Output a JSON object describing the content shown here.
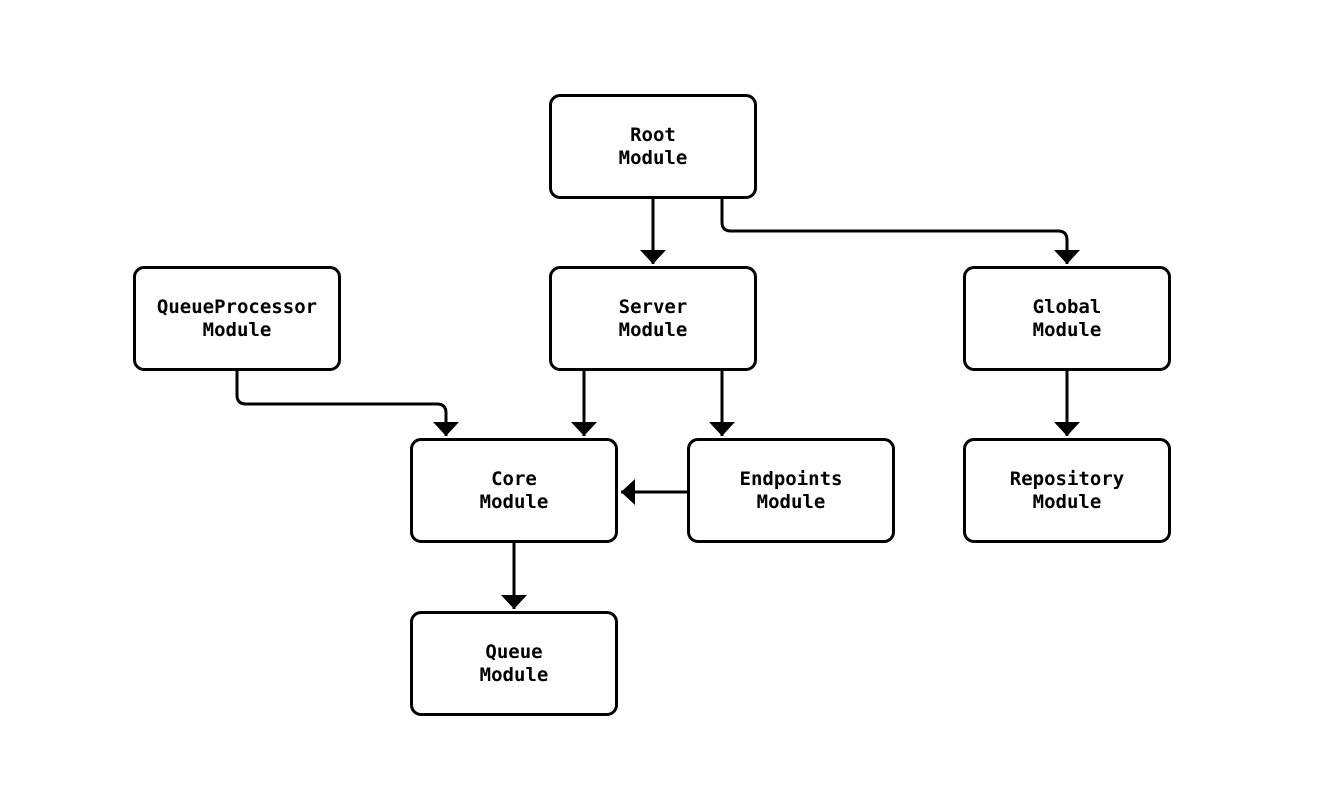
{
  "diagram": {
    "type": "module-dependency-flowchart",
    "colors": {
      "background": "#ffffff",
      "box_fill": "#ffffff",
      "box_border": "#000000",
      "edge_stroke": "#000000",
      "text": "#000000"
    },
    "nodes": [
      {
        "id": "root",
        "line1": "Root",
        "line2": "Module"
      },
      {
        "id": "queueprocessor",
        "line1": "QueueProcessor",
        "line2": "Module"
      },
      {
        "id": "server",
        "line1": "Server",
        "line2": "Module"
      },
      {
        "id": "global",
        "line1": "Global",
        "line2": "Module"
      },
      {
        "id": "core",
        "line1": "Core",
        "line2": "Module"
      },
      {
        "id": "endpoints",
        "line1": "Endpoints",
        "line2": "Module"
      },
      {
        "id": "repository",
        "line1": "Repository",
        "line2": "Module"
      },
      {
        "id": "queue",
        "line1": "Queue",
        "line2": "Module"
      }
    ],
    "edges": [
      {
        "from": "root",
        "to": "server"
      },
      {
        "from": "root",
        "to": "global"
      },
      {
        "from": "queueprocessor",
        "to": "core"
      },
      {
        "from": "server",
        "to": "core"
      },
      {
        "from": "server",
        "to": "endpoints"
      },
      {
        "from": "endpoints",
        "to": "core"
      },
      {
        "from": "core",
        "to": "queue"
      },
      {
        "from": "global",
        "to": "repository"
      }
    ]
  }
}
